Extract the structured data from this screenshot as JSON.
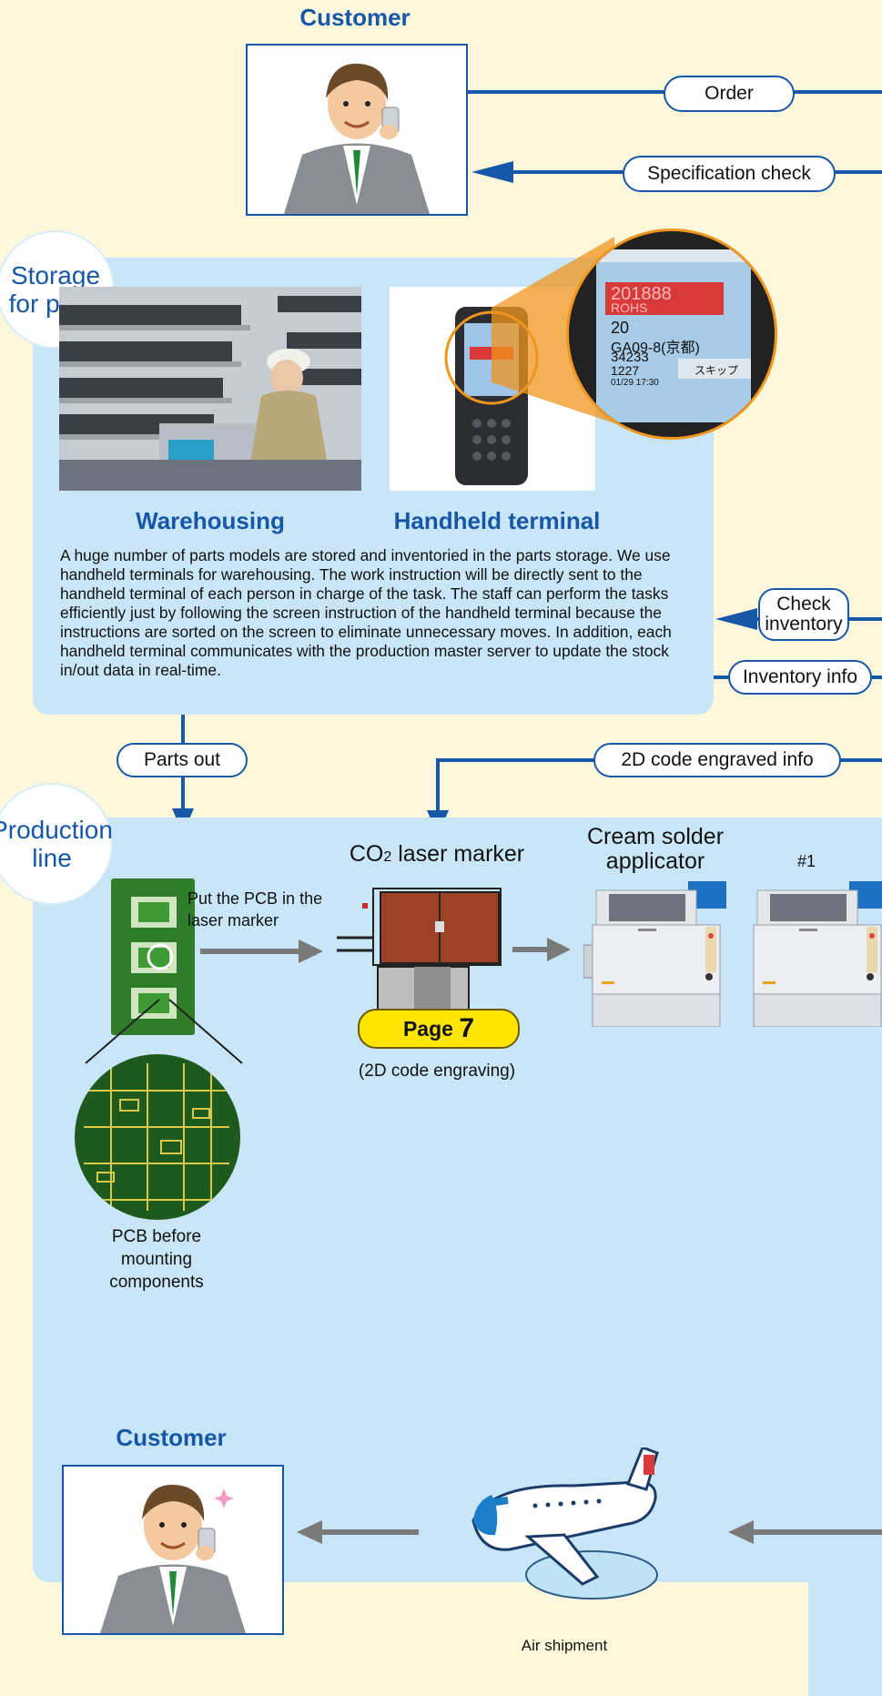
{
  "customer_top": {
    "title": "Customer"
  },
  "flow_labels": {
    "order": "Order",
    "spec_check": "Specification check",
    "check_inventory": "Check inventory",
    "inventory_info": "Inventory info",
    "parts_out": "Parts out",
    "code_info": "2D code engraved info"
  },
  "storage": {
    "badge": "Storage for parts",
    "warehousing_title": "Warehousing",
    "handheld_title": "Handheld terminal",
    "description": "A huge number of parts models are stored and inventoried in the parts storage. We use handheld terminals for warehousing. The work instruction will be directly sent to the handheld terminal of each person in charge of the task. The staff can perform the tasks efficiently just by following the screen instruction of the handheld terminal because the instructions are sorted on the screen to eliminate unnecessary moves. In addition, each handheld terminal communicates with the production master server to update the stock in/out data in real-time.",
    "screen_lines": [
      "201888",
      "ROHS",
      "20",
      "GA09-8(京都)",
      "34233",
      "1227",
      "01/29 17:30",
      "スキップ"
    ]
  },
  "production": {
    "badge": "Production line",
    "put_pcb": "Put the PCB in the laser marker",
    "laser_title_prefix": "CO",
    "laser_title_sub": "2",
    "laser_title_suffix": " laser marker",
    "page_ref_label": "Page",
    "page_ref_num": "7",
    "engraving_note": "(2D code engraving)",
    "solder_title": "Cream solder applicator",
    "machine_no": "#1",
    "pcb_caption": "PCB before mounting components"
  },
  "customer_bottom": {
    "title": "Customer"
  },
  "shipment": {
    "caption": "Air shipment"
  },
  "colors": {
    "accent": "#1657a8",
    "background": "#fdf8dc",
    "panel": "#c9e6f8",
    "badge_yellow": "#ffe500"
  }
}
